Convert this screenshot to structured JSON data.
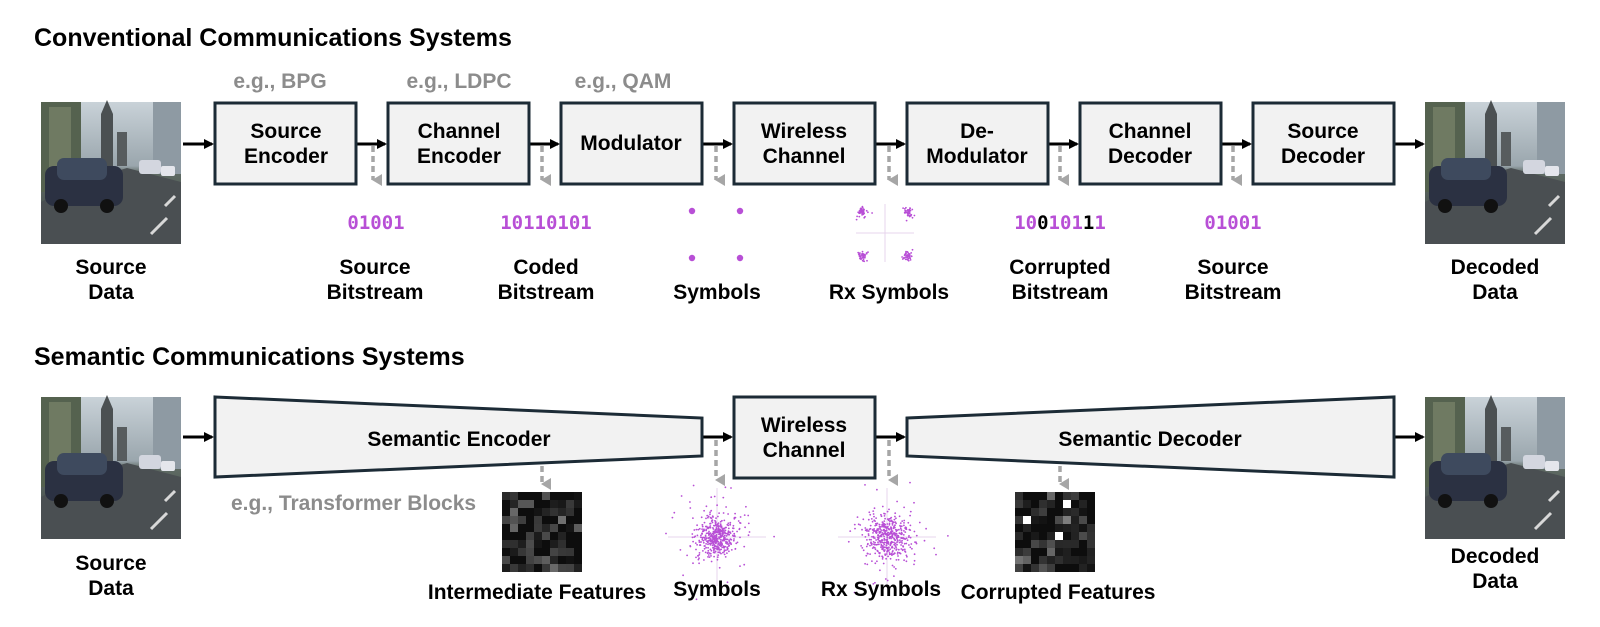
{
  "conventional": {
    "title": "Conventional Communications Systems",
    "examples": [
      "e.g., BPG",
      "e.g., LDPC",
      "e.g., QAM"
    ],
    "source_data": [
      "Source",
      "Data"
    ],
    "decoded_data": [
      "Decoded",
      "Data"
    ],
    "blocks": [
      {
        "lines": [
          "Source",
          "Encoder"
        ]
      },
      {
        "lines": [
          "Channel",
          "Encoder"
        ]
      },
      {
        "lines": [
          "Modulator"
        ]
      },
      {
        "lines": [
          "Wireless",
          "Channel"
        ]
      },
      {
        "lines": [
          "De-",
          "Modulator"
        ]
      },
      {
        "lines": [
          "Channel",
          "Decoder"
        ]
      },
      {
        "lines": [
          "Source",
          "Decoder"
        ]
      }
    ],
    "bitstreams": {
      "source": "01001",
      "coded": "10110101",
      "corrupted_bits": [
        "1",
        "0",
        "0",
        "1",
        "0",
        "1",
        "1",
        "1"
      ],
      "decoded_source": "01001"
    },
    "outputs": [
      {
        "lines": [
          "Source",
          "Bitstream"
        ]
      },
      {
        "lines": [
          "Coded",
          "Bitstream"
        ]
      },
      {
        "lines": [
          "Symbols"
        ]
      },
      {
        "lines": [
          "Rx Symbols"
        ]
      },
      {
        "lines": [
          "Corrupted",
          "Bitstream"
        ]
      },
      {
        "lines": [
          "Source",
          "Bitstream"
        ]
      }
    ]
  },
  "semantic": {
    "title": "Semantic Communications Systems",
    "encoder": "Semantic Encoder",
    "decoder": "Semantic Decoder",
    "channel": [
      "Wireless",
      "Channel"
    ],
    "example": "e.g., Transformer Blocks",
    "source_data": [
      "Source",
      "Data"
    ],
    "decoded_data": [
      "Decoded",
      "Data"
    ],
    "outputs": {
      "intermediate": "Intermediate Features",
      "symbols": "Symbols",
      "rx_symbols": "Rx Symbols",
      "corrupted": "Corrupted Features"
    }
  },
  "colors": {
    "block_stroke": "#1c2b36",
    "block_fill": "#f2f2f2",
    "bits": "#b84fd6",
    "example_text": "#8c8c8c",
    "down_arrow": "#a6a6a6",
    "error_bit": "#000000"
  }
}
